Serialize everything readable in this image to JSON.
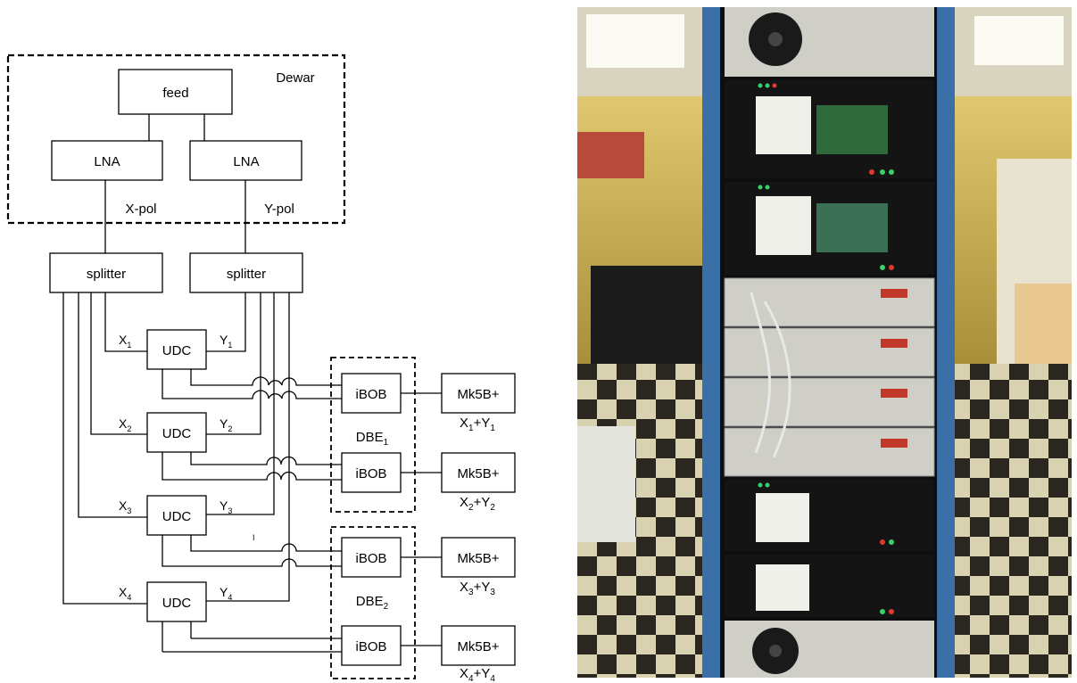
{
  "diagram": {
    "dewar_label": "Dewar",
    "feed_label": "feed",
    "lna_label": "LNA",
    "xpol_label": "X-pol",
    "ypol_label": "Y-pol",
    "splitter_label": "splitter",
    "udc_label": "UDC",
    "ibob_label": "iBOB",
    "mk5b_label": "Mk5B+",
    "dbe_base": "DBE",
    "dbes": [
      {
        "sub": "1"
      },
      {
        "sub": "2"
      }
    ],
    "x_base": "X",
    "y_base": "Y",
    "udc_rows": [
      {
        "sub": "1"
      },
      {
        "sub": "2"
      },
      {
        "sub": "3"
      },
      {
        "sub": "4"
      }
    ],
    "mk5b_outputs": [
      {
        "xsub": "1",
        "ysub": "1"
      },
      {
        "xsub": "2",
        "ysub": "2"
      },
      {
        "xsub": "3",
        "ysub": "3"
      },
      {
        "xsub": "4",
        "ysub": "4"
      }
    ],
    "plus": "+",
    "stray_mark": "I"
  },
  "photo": {
    "subject": "equipment-rack",
    "colors": {
      "rack_frame": "#3a6fa8",
      "wall": "#c9b25a",
      "ceiling": "#d8d4c0",
      "floor_dark": "#2a2620",
      "floor_light": "#d9d2b0",
      "panel_black": "#141414",
      "panel_silver": "#cfcfc8",
      "led_green": "#3bd16a",
      "led_red": "#e03a2a"
    }
  }
}
